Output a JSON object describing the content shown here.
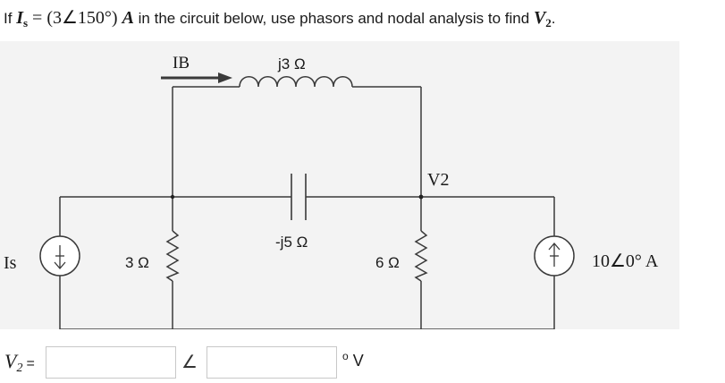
{
  "question": {
    "prefix": "If",
    "is_symbol": "I",
    "is_sub": "s",
    "is_value": " = (3∠150°)",
    "is_unit": "A",
    "suffix": "in the circuit below, use phasors and nodal analysis to find",
    "target_symbol": "V",
    "target_sub": "2",
    "end": "."
  },
  "circuit": {
    "ib_label": "IB",
    "inductor_label": "j3 Ω",
    "capacitor_label": "-j5 Ω",
    "r1_label": "3 Ω",
    "r2_label": "6 Ω",
    "v2_node_label": "V2",
    "is_source_label": "Is",
    "right_source_label": "10∠0° A"
  },
  "answer": {
    "label_symbol": "V",
    "label_sub": "2",
    "label_equals": "=",
    "magnitude_value": "",
    "angle_symbol": "∠",
    "angle_value": "",
    "unit_degree": "o",
    "unit_volt": "V"
  }
}
